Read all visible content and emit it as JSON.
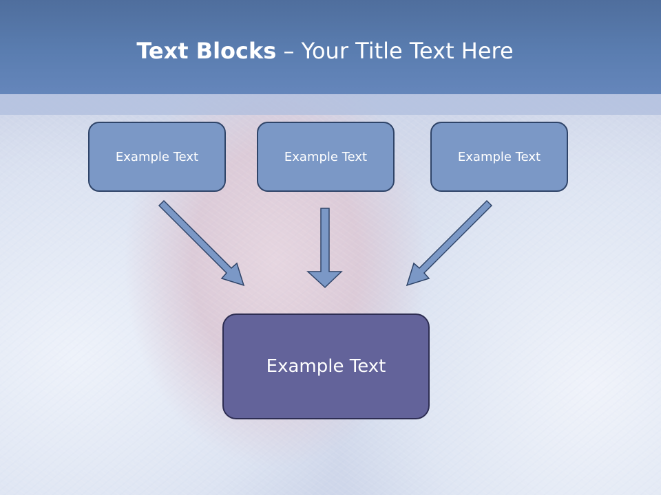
{
  "slide": {
    "title_bold": "Text Blocks",
    "title_rest": " – Your Title Text Here",
    "boxes": [
      {
        "label": "Example Text"
      },
      {
        "label": "Example Text"
      },
      {
        "label": "Example Text"
      }
    ],
    "center_box": {
      "label": "Example Text"
    }
  },
  "colors": {
    "header": "#5a7db0",
    "box_fill": "#7b98c6",
    "box_border": "#2f4468",
    "center_fill": "#63639a",
    "text": "#ffffff"
  }
}
